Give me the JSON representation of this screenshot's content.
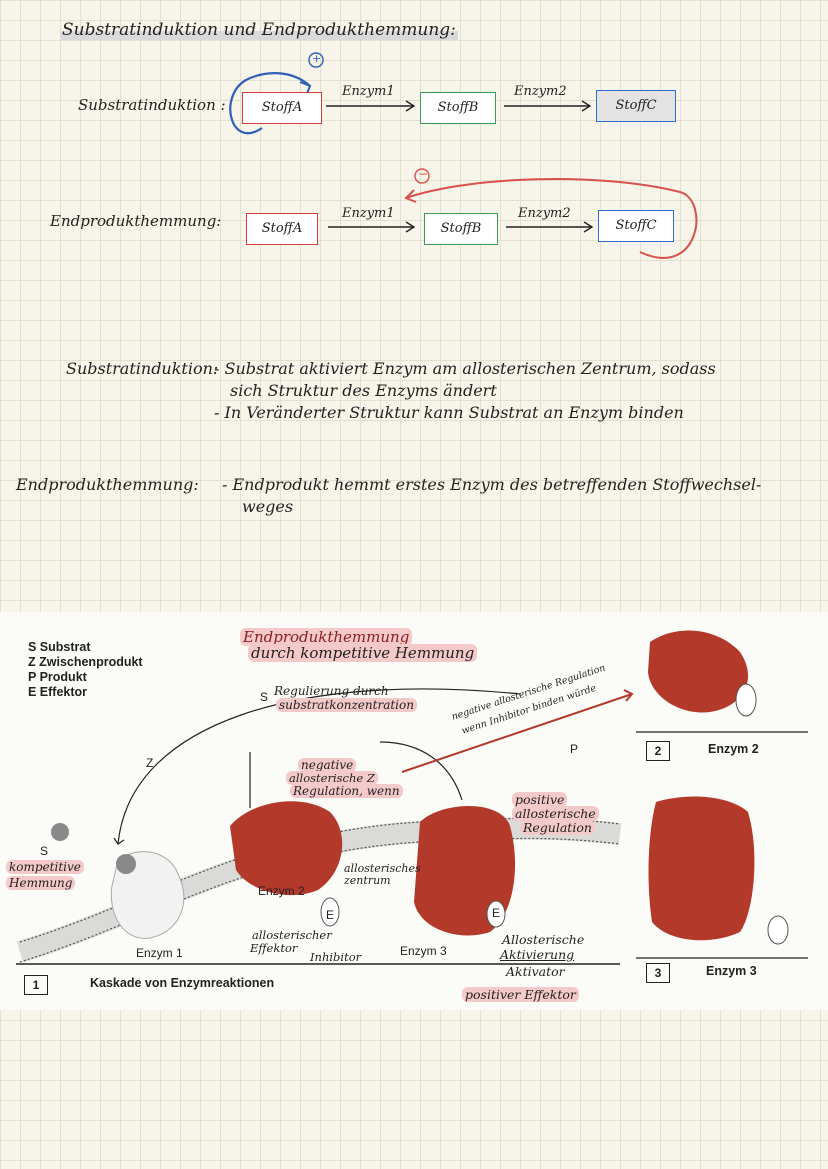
{
  "title": "Substratinduktion und Endprodukthemmung:",
  "flow1": {
    "label": "Substratinduktion :",
    "sign": "+",
    "a": "StoffA",
    "enz1": "Enzym1",
    "b": "StoffB",
    "enz2": "Enzym2",
    "c": "StoffC"
  },
  "flow2": {
    "label": "Endprodukthemmung:",
    "sign": "−",
    "a": "StoffA",
    "enz1": "Enzym1",
    "b": "StoffB",
    "enz2": "Enzym2",
    "c": "StoffC"
  },
  "notes": {
    "si_label": "Substratinduktion:",
    "si_line1": "- Substrat aktiviert Enzym am allosterischen Zentrum, sodass",
    "si_line2": "sich Struktur des Enzyms ändert",
    "si_line3": "- In Veränderter Struktur kann Substrat an Enzym binden",
    "eh_label": "Endprodukthemmung:",
    "eh_line1": "- Endprodukt hemmt erstes Enzym des betreffenden Stoffwechsel-",
    "eh_line2": "weges"
  },
  "figure": {
    "legend": [
      "S Substrat",
      "Z Zwischenprodukt",
      "P Produkt",
      "E Effektor"
    ],
    "ann_end1": "Endprodukthemmung",
    "ann_end2": "durch kompetitive Hemmung",
    "ann_reg1": "Regulierung durch",
    "ann_reg2": "substratkonzentration",
    "ann_neg1": "negative",
    "ann_neg2": "allosterische Z",
    "ann_neg3": "Regulation, wenn",
    "ann_neg_arrow1": "negative allosterische Regulation",
    "ann_neg_arrow2": "wenn Inhibitor binden würde",
    "ann_pos1": "positive",
    "ann_pos2": "allosterische",
    "ann_pos3": "Regulation",
    "ann_komp1": "kompetitive",
    "ann_komp2": "Hemmung",
    "ann_allo_zentrum1": "allosterisches",
    "ann_allo_zentrum2": "zentrum",
    "ann_allo_eff1": "allosterischer",
    "ann_allo_eff2": "Effektor",
    "ann_inhibitor": "Inhibitor",
    "ann_akt1": "Allosterische",
    "ann_akt2": "Aktivierung",
    "ann_akt3": "Aktivator",
    "ann_akt4": "positiver Effektor",
    "lbl_S1": "S",
    "lbl_Z1": "Z",
    "lbl_S1b": "S",
    "lbl_P": "P",
    "lbl_E": "E",
    "enzym1": "Enzym 1",
    "enzym2": "Enzym 2",
    "enzym3": "Enzym 3",
    "num1": "1",
    "caption": "Kaskade von Enzymreaktionen",
    "num2": "2",
    "side_enzym2": "Enzym 2",
    "num3": "3",
    "side_enzym3": "Enzym 3"
  }
}
